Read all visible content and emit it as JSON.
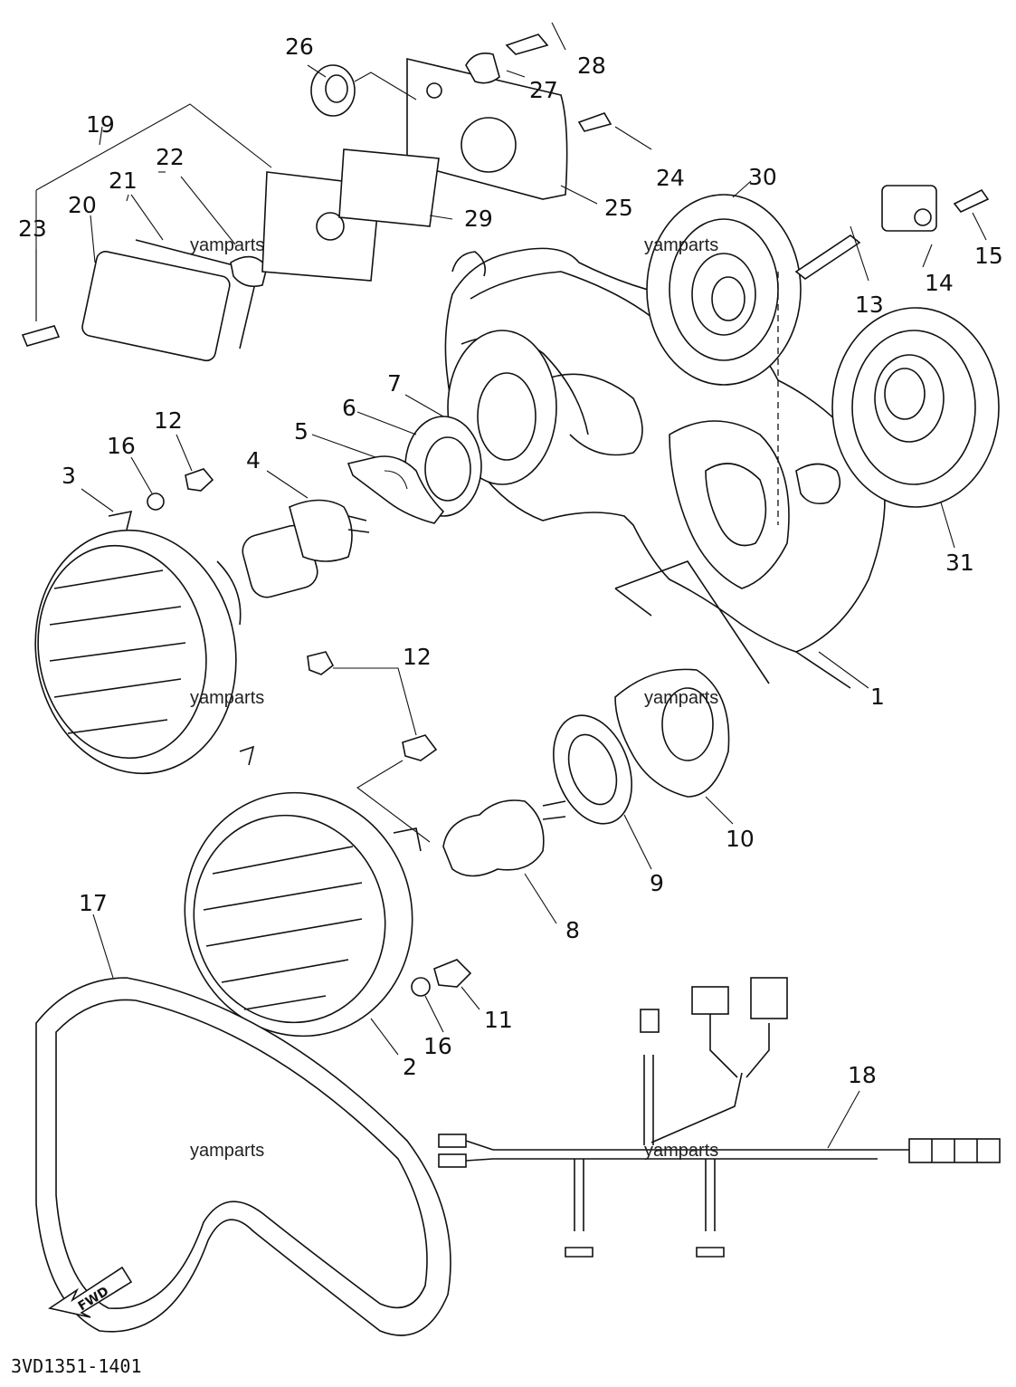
{
  "diagram": {
    "drawing_code": "3VD1351-1401",
    "fwd_label": "FWD",
    "watermark": "yamparts",
    "colors": {
      "ink": "#111111",
      "paper": "#ffffff"
    },
    "callouts": [
      "1",
      "2",
      "3",
      "4",
      "5",
      "6",
      "7",
      "8",
      "9",
      "10",
      "11",
      "12",
      "12",
      "13",
      "14",
      "15",
      "16",
      "16",
      "17",
      "18",
      "19",
      "20",
      "21",
      "22",
      "23",
      "24",
      "25",
      "26",
      "27",
      "28",
      "29",
      "30",
      "31"
    ]
  }
}
